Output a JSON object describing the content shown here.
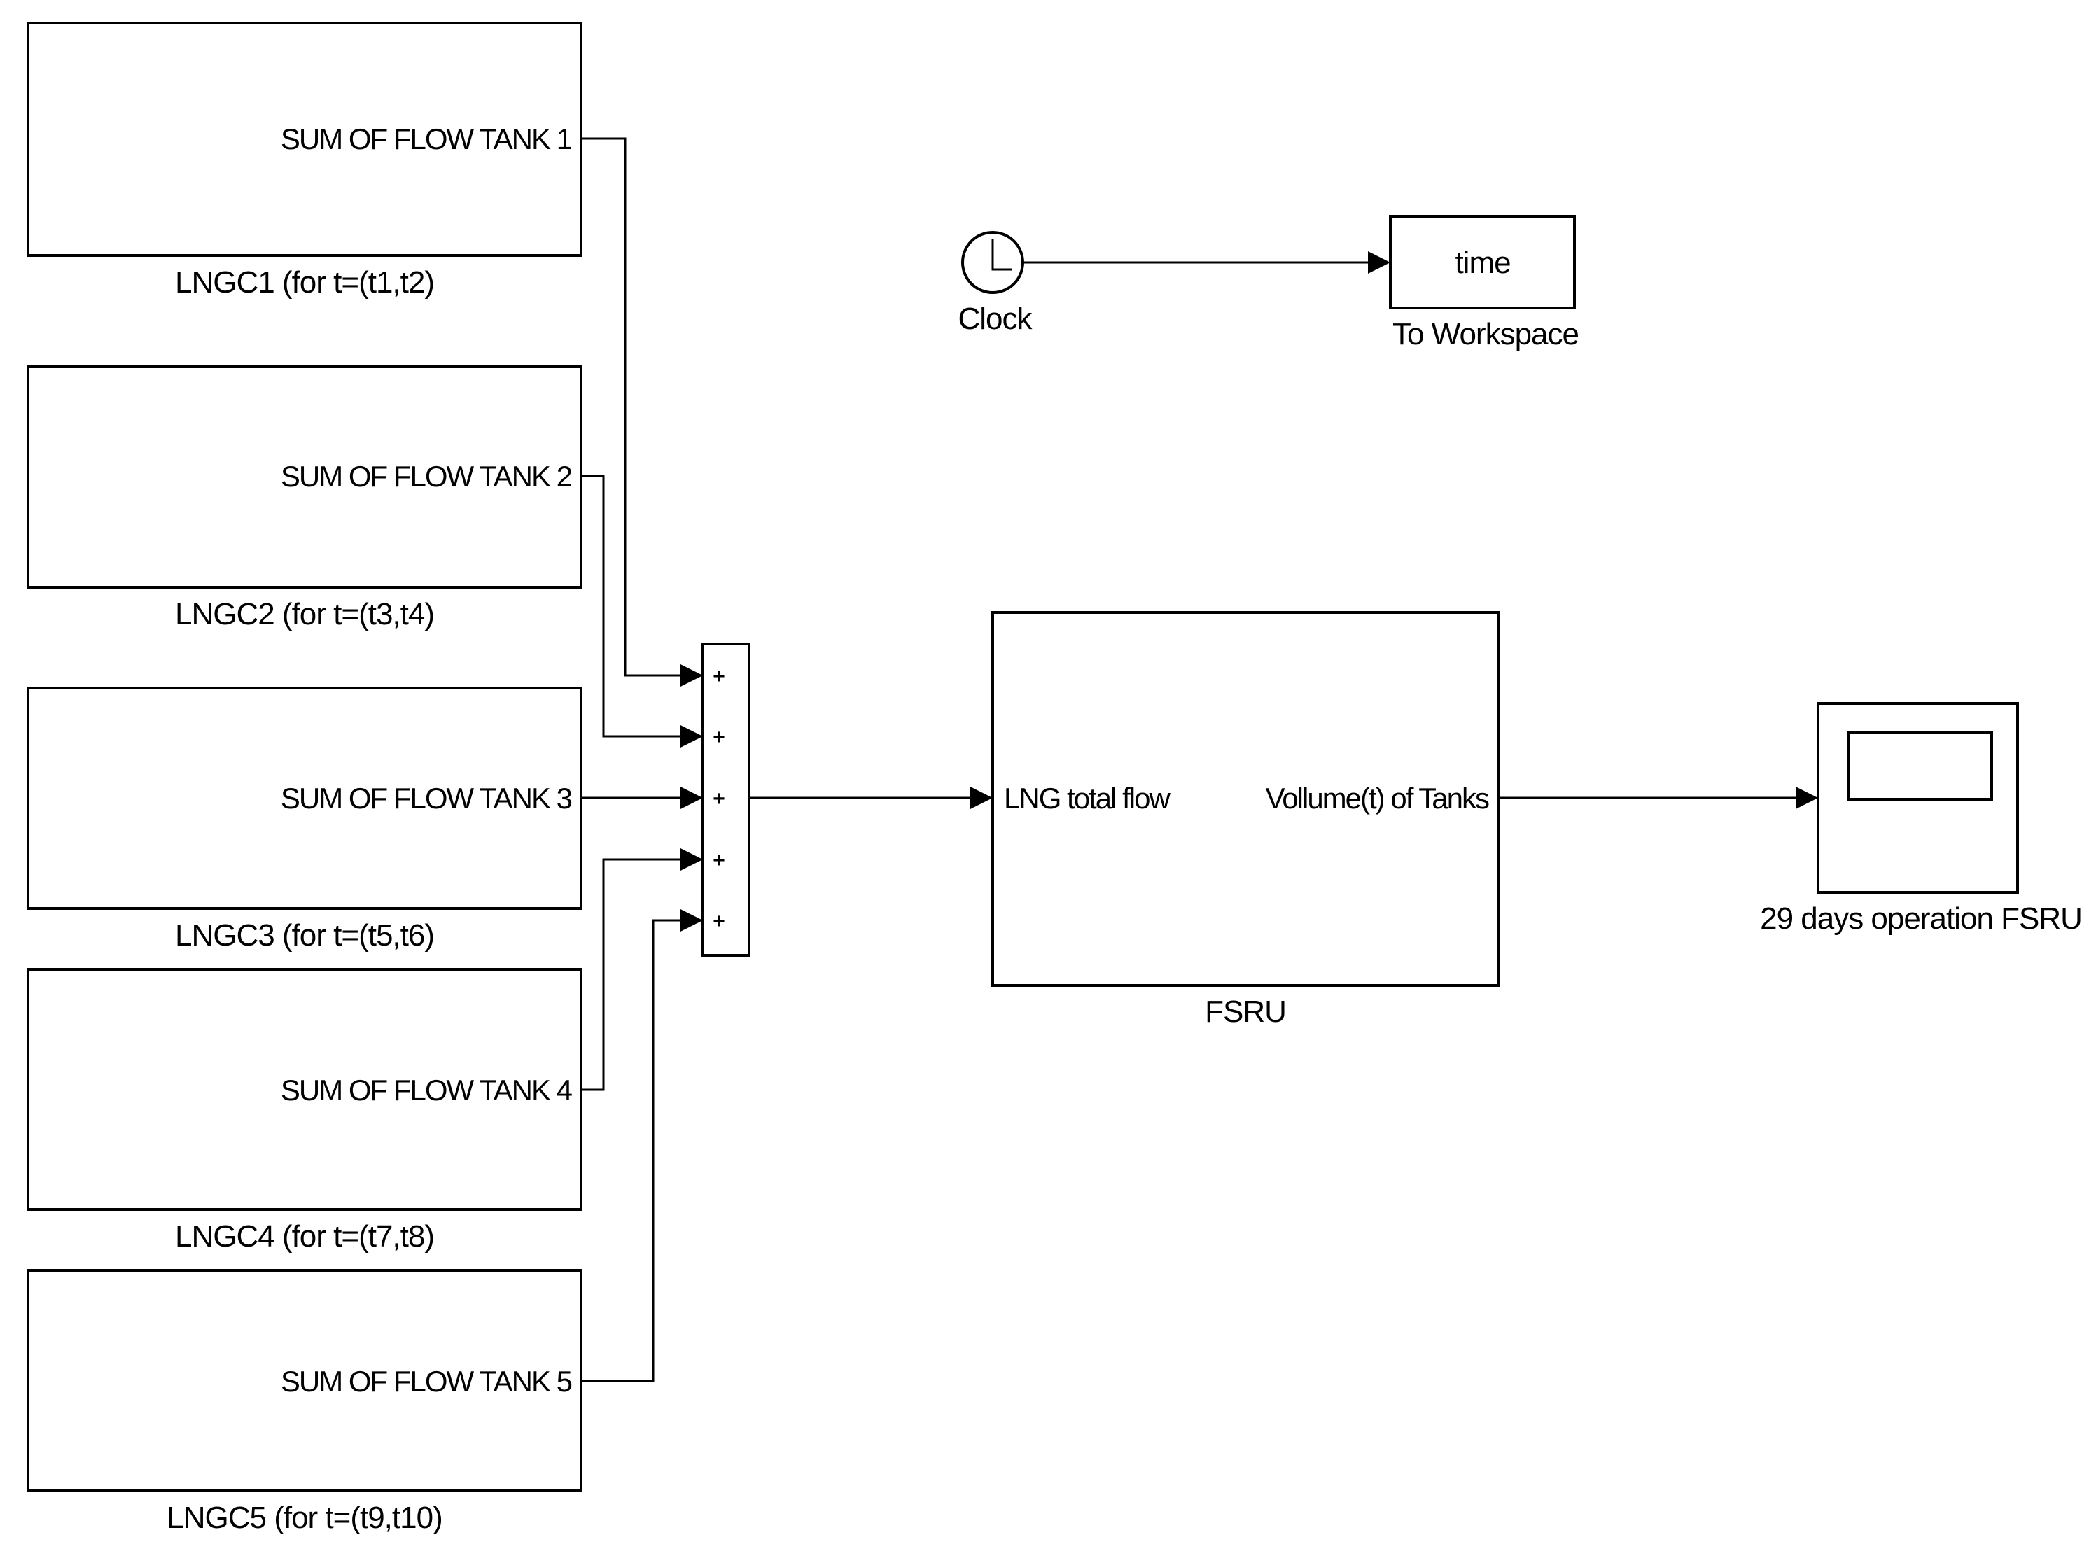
{
  "lngc": [
    {
      "port": "SUM OF FLOW TANK 1",
      "name": "LNGC1 (for t=(t1,t2)"
    },
    {
      "port": "SUM OF FLOW TANK 2",
      "name": "LNGC2 (for t=(t3,t4)"
    },
    {
      "port": "SUM OF FLOW TANK 3",
      "name": "LNGC3 (for t=(t5,t6)"
    },
    {
      "port": "SUM OF FLOW TANK 4",
      "name": "LNGC4 (for t=(t7,t8)"
    },
    {
      "port": "SUM OF FLOW TANK 5",
      "name": "LNGC5 (for t=(t9,t10)"
    }
  ],
  "sum": {
    "signs": [
      "+",
      "+",
      "+",
      "+",
      "+"
    ]
  },
  "clock": {
    "name": "Clock"
  },
  "workspace": {
    "variable": "time",
    "name": "To Workspace"
  },
  "fsru": {
    "in_port": "LNG total flow",
    "out_port": "Vollume(t) of Tanks",
    "name": "FSRU"
  },
  "scope": {
    "name": "29 days operation FSRU"
  },
  "colors": {
    "line": "#000000",
    "background": "#ffffff"
  }
}
